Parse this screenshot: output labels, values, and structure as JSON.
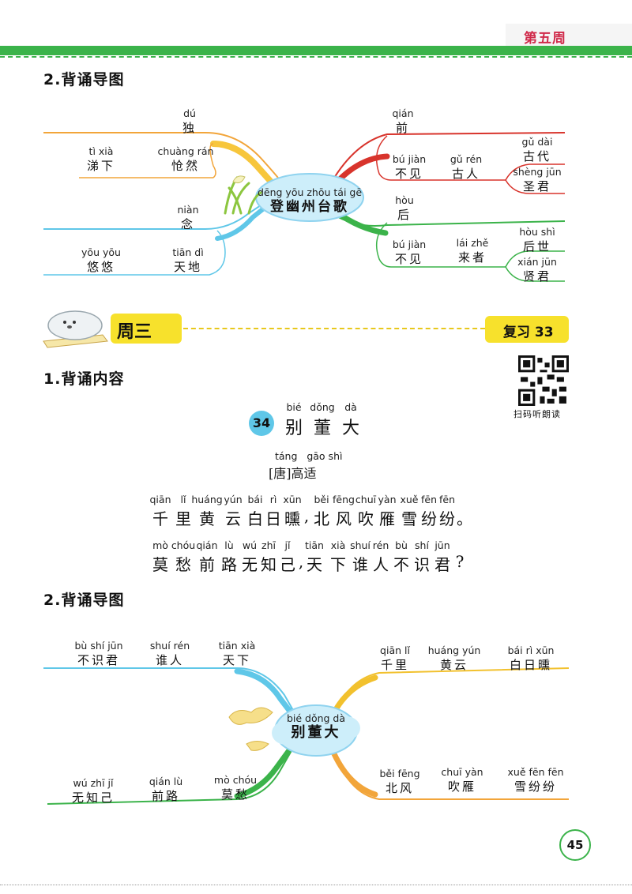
{
  "header": {
    "week": "第五周"
  },
  "section1": {
    "title": "2.背诵导图",
    "center": {
      "pinyin": "dēng yōu zhōu tái gē",
      "hanzi": "登幽州台歌"
    },
    "left_words": [
      {
        "p": "dú",
        "h": "独"
      },
      {
        "p": "tì xià",
        "h": "涕下"
      },
      {
        "p": "chuàng rán",
        "h": "怆然"
      },
      {
        "p": "niàn",
        "h": "念"
      },
      {
        "p": "yōu yōu",
        "h": "悠悠"
      },
      {
        "p": "tiān dì",
        "h": "天地"
      }
    ],
    "right_words": [
      {
        "p": "qián",
        "h": "前"
      },
      {
        "p": "bú jiàn",
        "h": "不见"
      },
      {
        "p": "gǔ rén",
        "h": "古人"
      },
      {
        "p": "gǔ dài",
        "h": "古代"
      },
      {
        "p": "shèng jūn",
        "h": "圣君"
      },
      {
        "p": "hòu",
        "h": "后"
      },
      {
        "p": "bú jiàn",
        "h": "不见"
      },
      {
        "p": "lái zhě",
        "h": "来者"
      },
      {
        "p": "hòu shì",
        "h": "后世"
      },
      {
        "p": "xián jūn",
        "h": "贤君"
      }
    ]
  },
  "weekbar": {
    "day": "周三",
    "review": "复习 33"
  },
  "section2": {
    "title": "1.背诵内容",
    "qr_label": "扫码听朗读",
    "poem": {
      "number": "34",
      "title_pinyin": [
        "bié",
        "dǒng",
        "dà"
      ],
      "title_hanzi": [
        "别",
        "董",
        "大"
      ],
      "author_pinyin": "táng   gāo shì",
      "dynasty": "唐",
      "author": "高适",
      "line1": {
        "pinyin": [
          "qiān",
          "lǐ",
          "huáng",
          "yún",
          "bái",
          "rì",
          "xūn",
          "běi",
          "fēng",
          "chuī",
          "yàn",
          "xuě",
          "fēn",
          "fēn"
        ],
        "hanzi": [
          "千",
          "里",
          "黄",
          "云",
          "白",
          "日",
          "曛",
          "北",
          "风",
          "吹",
          "雁",
          "雪",
          "纷",
          "纷"
        ],
        "punct": [
          ",",
          "。"
        ]
      },
      "line2": {
        "pinyin": [
          "mò",
          "chóu",
          "qián",
          "lù",
          "wú",
          "zhī",
          "jǐ",
          "tiān",
          "xià",
          "shuí",
          "rén",
          "bù",
          "shí",
          "jūn"
        ],
        "hanzi": [
          "莫",
          "愁",
          "前",
          "路",
          "无",
          "知",
          "己",
          "天",
          "下",
          "谁",
          "人",
          "不",
          "识",
          "君"
        ],
        "punct": [
          ",",
          "?"
        ]
      }
    }
  },
  "section3": {
    "title": "2.背诵导图",
    "center": {
      "pinyin": "bié dǒng dà",
      "hanzi": "别董大"
    },
    "left_words": [
      {
        "p": "bù shí jūn",
        "h": "不识君"
      },
      {
        "p": "shuí rén",
        "h": "谁人"
      },
      {
        "p": "tiān xià",
        "h": "天下"
      },
      {
        "p": "wú zhī jǐ",
        "h": "无知己"
      },
      {
        "p": "qián lù",
        "h": "前路"
      },
      {
        "p": "mò chóu",
        "h": "莫愁"
      }
    ],
    "right_words": [
      {
        "p": "qiān lǐ",
        "h": "千里"
      },
      {
        "p": "huáng yún",
        "h": "黄云"
      },
      {
        "p": "bái rì xūn",
        "h": "白日曛"
      },
      {
        "p": "běi fēng",
        "h": "北风"
      },
      {
        "p": "chuī yàn",
        "h": "吹雁"
      },
      {
        "p": "xuě fēn fēn",
        "h": "雪纷纷"
      }
    ]
  },
  "page": {
    "number": "45"
  },
  "colors": {
    "green": "#3bb34a",
    "yellow": "#f7e12c",
    "orange": "#f2a53a",
    "blue": "#5fc7e8",
    "red": "#d8342c",
    "cloud": "#cdeefa"
  }
}
